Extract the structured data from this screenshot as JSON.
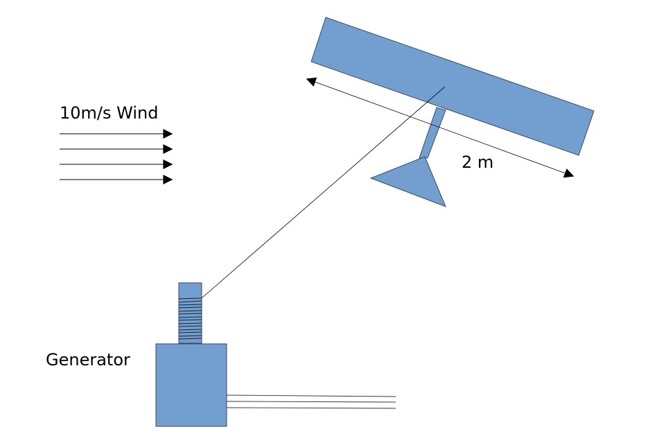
{
  "labels": {
    "wind": "10m/s Wind",
    "span": "2 m",
    "generator": "Generator"
  },
  "colors": {
    "fill": "#729fcf",
    "stroke": "#3c4a5c",
    "line": "#000000"
  }
}
